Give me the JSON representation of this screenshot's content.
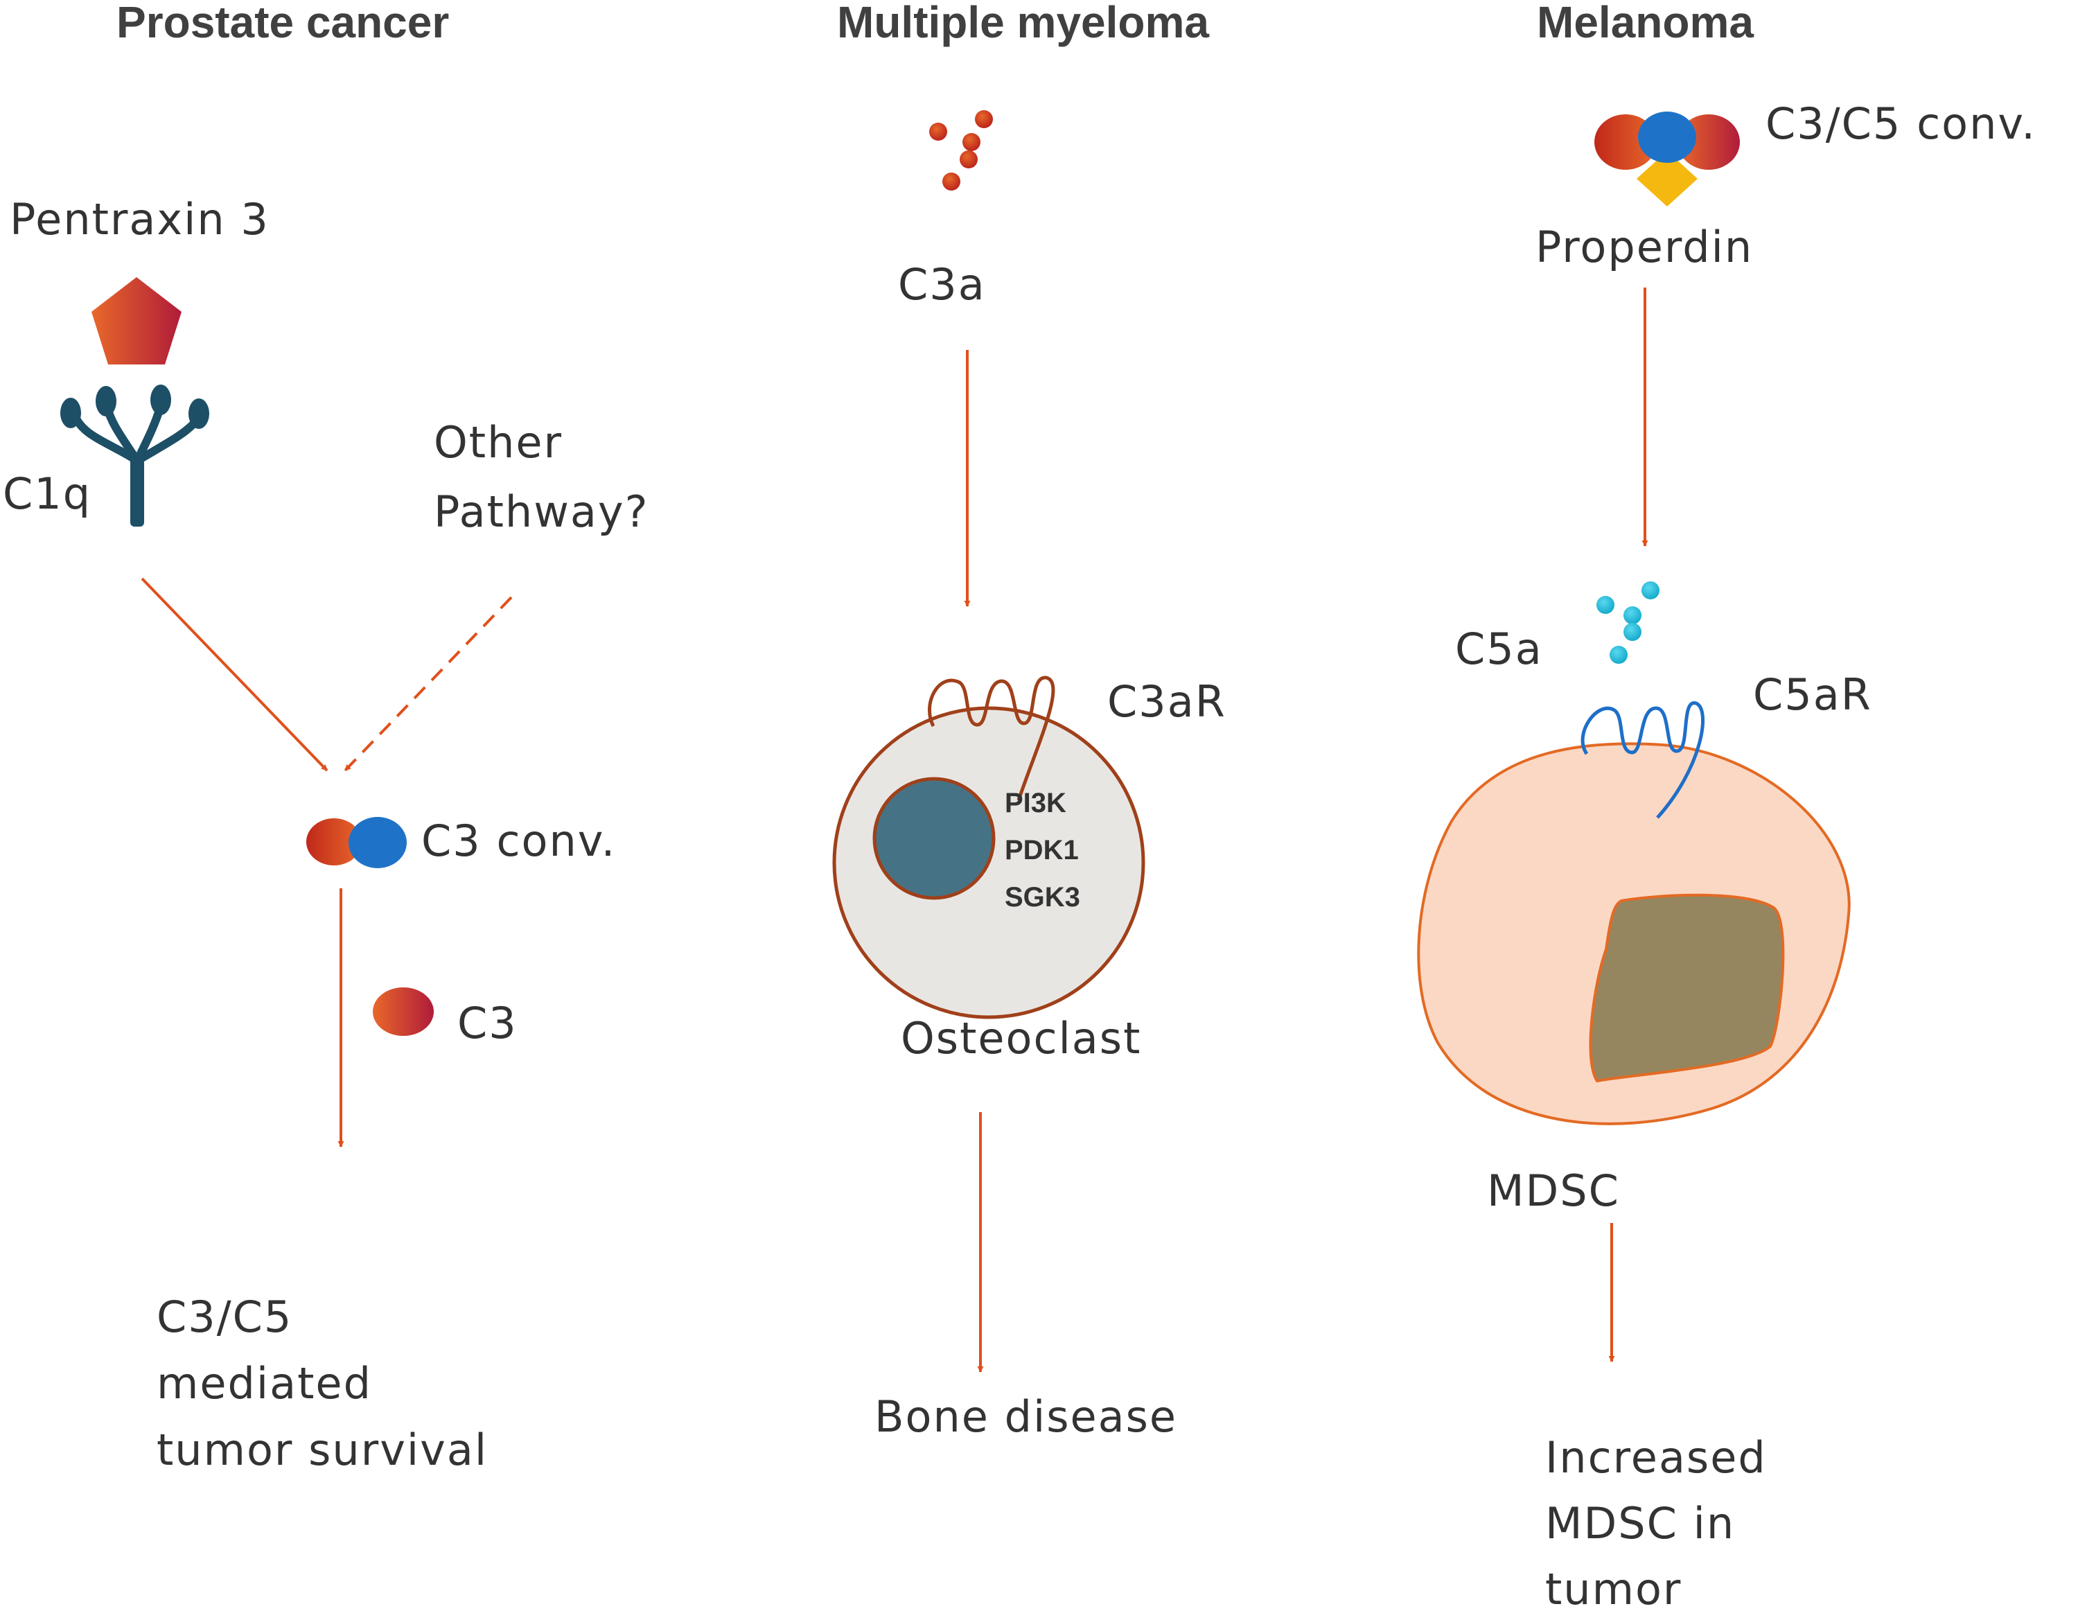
{
  "panels": {
    "prostate": {
      "title": "Prostate cancer",
      "pentraxin_label": "Pentraxin 3",
      "c1q_label": "C1q",
      "other_pathway_line1": "Other",
      "other_pathway_line2": "Pathway?",
      "c3conv_label": "C3 conv.",
      "c3_label": "C3",
      "outcome_line1": "C3/C5",
      "outcome_line2": "mediated",
      "outcome_line3": "tumor survival"
    },
    "myeloma": {
      "title": "Multiple myeloma",
      "c3a_label": "C3a",
      "c3ar_label": "C3aR",
      "kinases": [
        "PI3K",
        "PDK1",
        "SGK3"
      ],
      "cell_label": "Osteoclast",
      "outcome": "Bone disease"
    },
    "melanoma": {
      "title": "Melanoma",
      "c3c5conv_label": "C3/C5 conv.",
      "properdin_label": "Properdin",
      "c5a_label": "C5a",
      "c5ar_label": "C5aR",
      "cell_label": "MDSC",
      "outcome_line1": "Increased",
      "outcome_line2": "MDSC in",
      "outcome_line3": "tumor"
    }
  },
  "colors": {
    "arrow": "#e0501c",
    "title_text": "#404040",
    "c3_red": "#c0281a",
    "c3_orange": "#e8682a",
    "convertase_blue": "#1e73c8",
    "properdin_yellow": "#f5b80f",
    "c1q_teal": "#1d4f66",
    "c5a_cyan": "#22c0e0",
    "osteoclast_fill": "#e8e6e2",
    "osteoclast_nucleus": "#457385",
    "osteoclast_border": "#a0401a",
    "mdsc_fill": "#fbd8c4",
    "mdsc_border": "#e36a24",
    "mdsc_nucleus": "#958660",
    "c5ar_blue": "#1e6fc8"
  }
}
